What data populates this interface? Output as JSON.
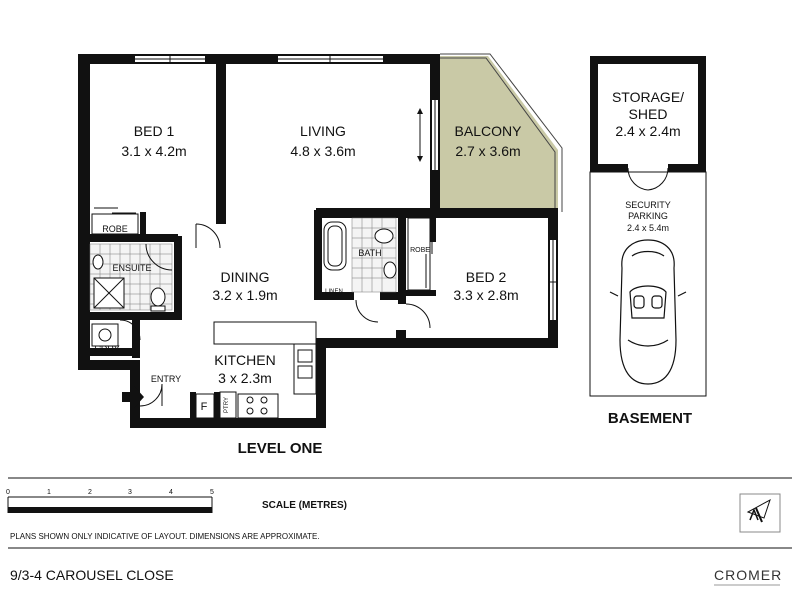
{
  "colors": {
    "wall": "#111111",
    "balcony_fill": "#c9c9a6",
    "background": "#ffffff",
    "tile_grid": "#555555"
  },
  "rooms": {
    "bed1": {
      "name": "BED 1",
      "dims": "3.1 x 4.2m"
    },
    "living": {
      "name": "LIVING",
      "dims": "4.8 x 3.6m"
    },
    "balcony": {
      "name": "BALCONY",
      "dims": "2.7 x 3.6m"
    },
    "dining": {
      "name": "DINING",
      "dims": "3.2 x 1.9m"
    },
    "bed2": {
      "name": "BED 2",
      "dims": "3.3 x 2.8m"
    },
    "kitchen": {
      "name": "KITCHEN",
      "dims": "3 x 2.3m"
    },
    "storage": {
      "name_line1": "STORAGE/",
      "name_line2": "SHED",
      "dims": "2.4 x 2.4m"
    },
    "parking": {
      "name_line1": "SECURITY",
      "name_line2": "PARKING",
      "dims": "2.4 x 5.4m"
    }
  },
  "fixtures": {
    "robe": "ROBE",
    "ensuite": "ENSUITE",
    "bath": "BATH",
    "ldry": "L'DRY",
    "entry": "ENTRY",
    "fridge": "F",
    "pantry": "PTRY",
    "robe2": "ROBE",
    "linen": "LINEN"
  },
  "sections": {
    "level": "LEVEL ONE",
    "basement": "BASEMENT"
  },
  "scale": {
    "title": "SCALE (METRES)",
    "ticks": [
      "0",
      "1",
      "2",
      "3",
      "4",
      "5"
    ]
  },
  "footer": {
    "disclaimer": "PLANS SHOWN ONLY INDICATIVE OF LAYOUT.  DIMENSIONS ARE APPROXIMATE.",
    "address": "9/3-4 CAROUSEL CLOSE",
    "brand": "CROMER"
  },
  "icons": {
    "compass": "north-compass-icon",
    "entry_arrow": "entry-arrow-icon",
    "car": "car-icon"
  }
}
